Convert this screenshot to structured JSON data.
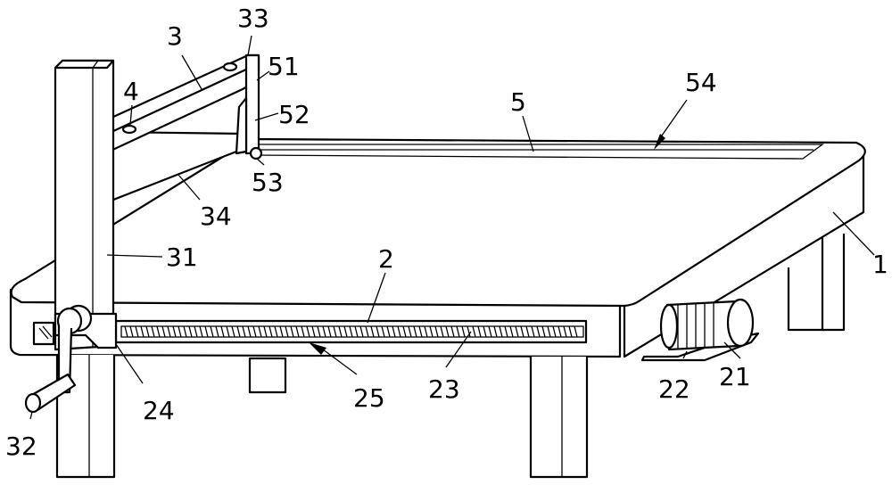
{
  "labels": {
    "l1": "1",
    "l2": "2",
    "l21": "21",
    "l22": "22",
    "l23": "23",
    "l24": "24",
    "l25": "25",
    "l3": "3",
    "l31": "31",
    "l32": "32",
    "l33": "33",
    "l34": "34",
    "l4": "4",
    "l5": "5",
    "l51": "51",
    "l52": "52",
    "l53": "53",
    "l54": "54"
  }
}
